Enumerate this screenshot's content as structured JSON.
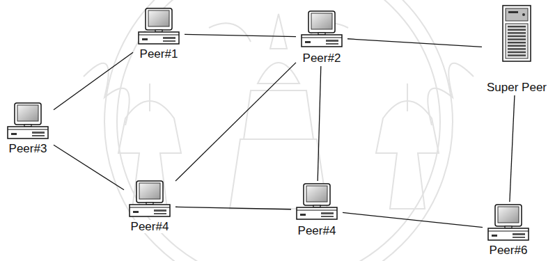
{
  "diagram": {
    "nodes": [
      {
        "text": [
          "Peer#1"
        ]
      },
      {
        "text": [
          "Peer#2"
        ]
      },
      {
        "text": [
          "Super Peer"
        ]
      },
      {
        "text": [
          "Peer#3"
        ]
      },
      {
        "text": [
          "Peer#4"
        ]
      },
      {
        "text": [
          "Peer#4"
        ]
      },
      {
        "text": [
          "Peer#6"
        ]
      }
    ],
    "edges": [
      {
        "from": 0,
        "to": 1,
        "arrow": "none"
      },
      {
        "from": 1,
        "to": 2,
        "arrow": "none"
      },
      {
        "from": 2,
        "to": 6,
        "arrow": "none"
      },
      {
        "from": 0,
        "to": 3,
        "arrow": "none"
      },
      {
        "from": 3,
        "to": 4,
        "arrow": "none"
      },
      {
        "from": 4,
        "to": 1,
        "arrow": "none"
      },
      {
        "from": 1,
        "to": 5,
        "arrow": "none"
      },
      {
        "from": 4,
        "to": 5,
        "arrow": "none"
      },
      {
        "from": 5,
        "to": 6,
        "arrow": "none"
      }
    ]
  }
}
